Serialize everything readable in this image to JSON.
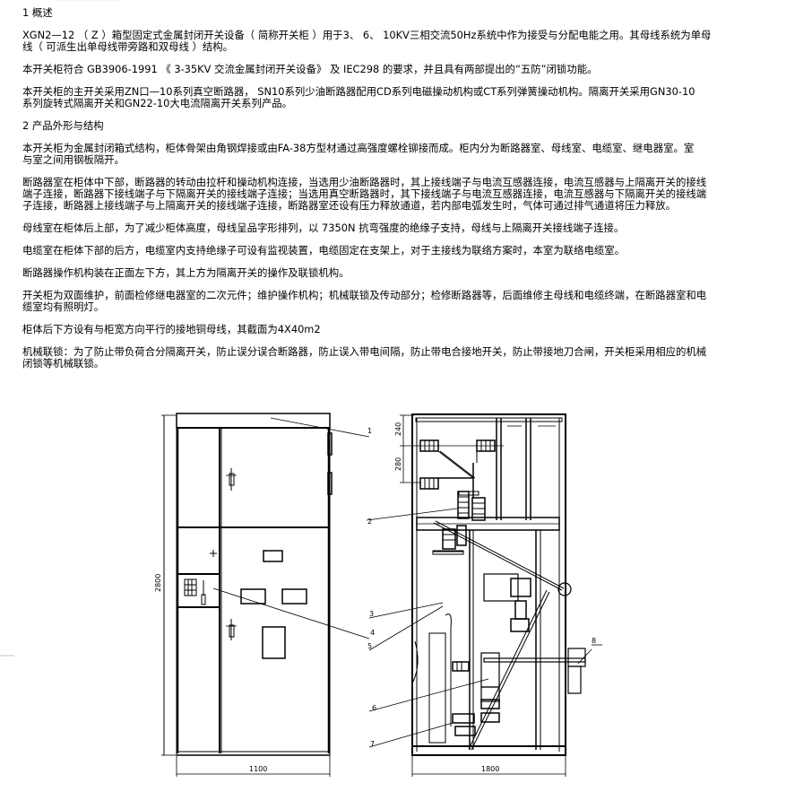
{
  "sections": [
    {
      "heading": "1 概述",
      "paragraphs": [
        "XGN2—12 （ Z ）箱型固定式金属封闭开关设备（ 简称开关柜 ）用于3、 6、 10KV三相交流50Hz系统中作为接受与分配电能之用。其母线系统为单母线（ 可派生出单母线带旁路和双母线 ）结构。",
        "本开关柜符合 GB3906-1991 《 3-35KV 交流金属封闭开关设备》 及 IEC298 的要求，并且具有两部提出的“五防”闭锁功能。",
        "本开关柜的主开关采用ZN口—10系列真空断路器， SN10系列少油断路器配用CD系列电磁操动机构或CT系列弹簧操动机构。隔离开关采用GN30-10系列旋转式隔离开关和GN22-10大电流隔离开关系列产品。"
      ]
    },
    {
      "heading": "2 产品外形与结构",
      "paragraphs": [
        "本开关柜为金属封闭箱式结构，柜体骨架由角钢焊接或由FA-38方型材通过高强度螺栓铆接而成。柜内分为断路器室、母线室、电缆室、继电器室。室与室之间用钢板隔开。",
        "断路器室在柜体中下部，断路器的转动由拉杆和操动机构连接，当选用少油断路器时，其上接线端子与电流互感器连接，电流互感器与上隔离开关的接线端子连接，断路器下接线端子与下隔离开关的接线端子连接；当选用真空断路器时，其下接线端子与电流互感器连接，电流互感器与下隔离开关的接线端子连接，断路器上接线端子与上隔离开关的接线端子连接，断路器室还设有压力释放通道，若内部电弧发生时，气体可通过排气通道将压力释放。",
        "母线室在柜体后上部，为了减少柜体高度，母线呈品字形排列，以 7350N 抗弯强度的绝缘子支持，母线与上隔离开关接线端子连接。",
        "电缆室在柜体下部的后方，电缆室内支持绝缘子可设有监视装置，电缆固定在支架上，对于主接线为联络方案时，本室为联络电缆室。",
        "断路器操作机构装在正面左下方，其上方为隔离开关的操作及联锁机构。",
        "开关柜为双面维护，前面检修继电器室的二次元件；维护操作机构；机械联锁及传动部分；检修断路器等，后面维修主母线和电缆终端，在断路器室和电缆室均有照明灯。",
        "柜体后下方设有与柜宽方向平行的接地铜母线，其截面为4X40m2",
        "机械联锁：为了防止带负荷合分隔离开关，防止误分误合断路器，防止误入带电间隔，防止带电合接地开关，防止带接地刀合闸，开关柜采用相应的机械闭锁等机械联锁。"
      ]
    }
  ],
  "figure": {
    "front_view": {
      "height_dim": "2800",
      "width_dim": "1100"
    },
    "side_view": {
      "dim_top": "240",
      "dim_mid": "280",
      "width_dim": "1800"
    },
    "callouts": [
      "1",
      "2",
      "3",
      "4",
      "5",
      "6",
      "7",
      "8"
    ]
  }
}
